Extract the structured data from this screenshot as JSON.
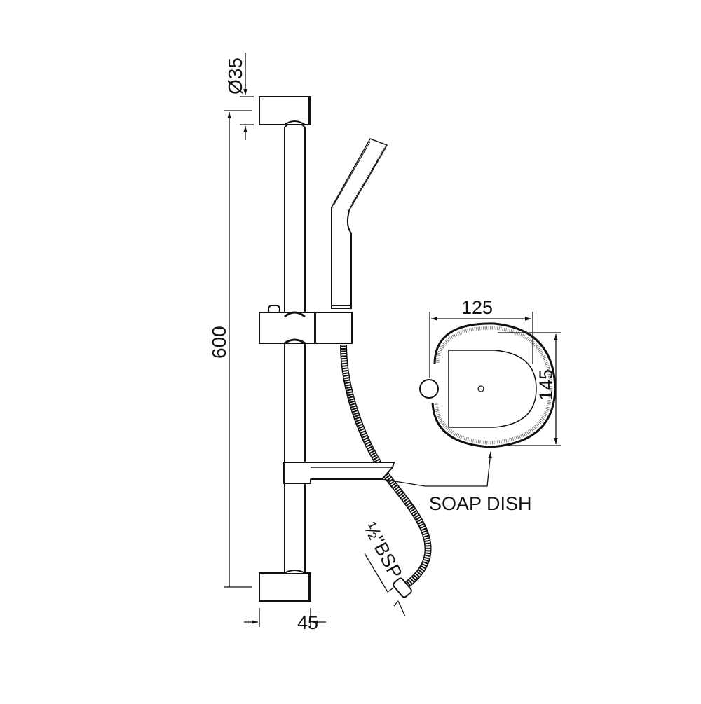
{
  "drawing": {
    "dimensions": {
      "diameter": "Ø35",
      "height": "600",
      "width": "45",
      "dish_width": "125",
      "dish_depth": "145",
      "connection": "½\"BSP"
    },
    "labels": {
      "soap_dish": "SOAP DISH"
    },
    "line_color": "#111111"
  }
}
